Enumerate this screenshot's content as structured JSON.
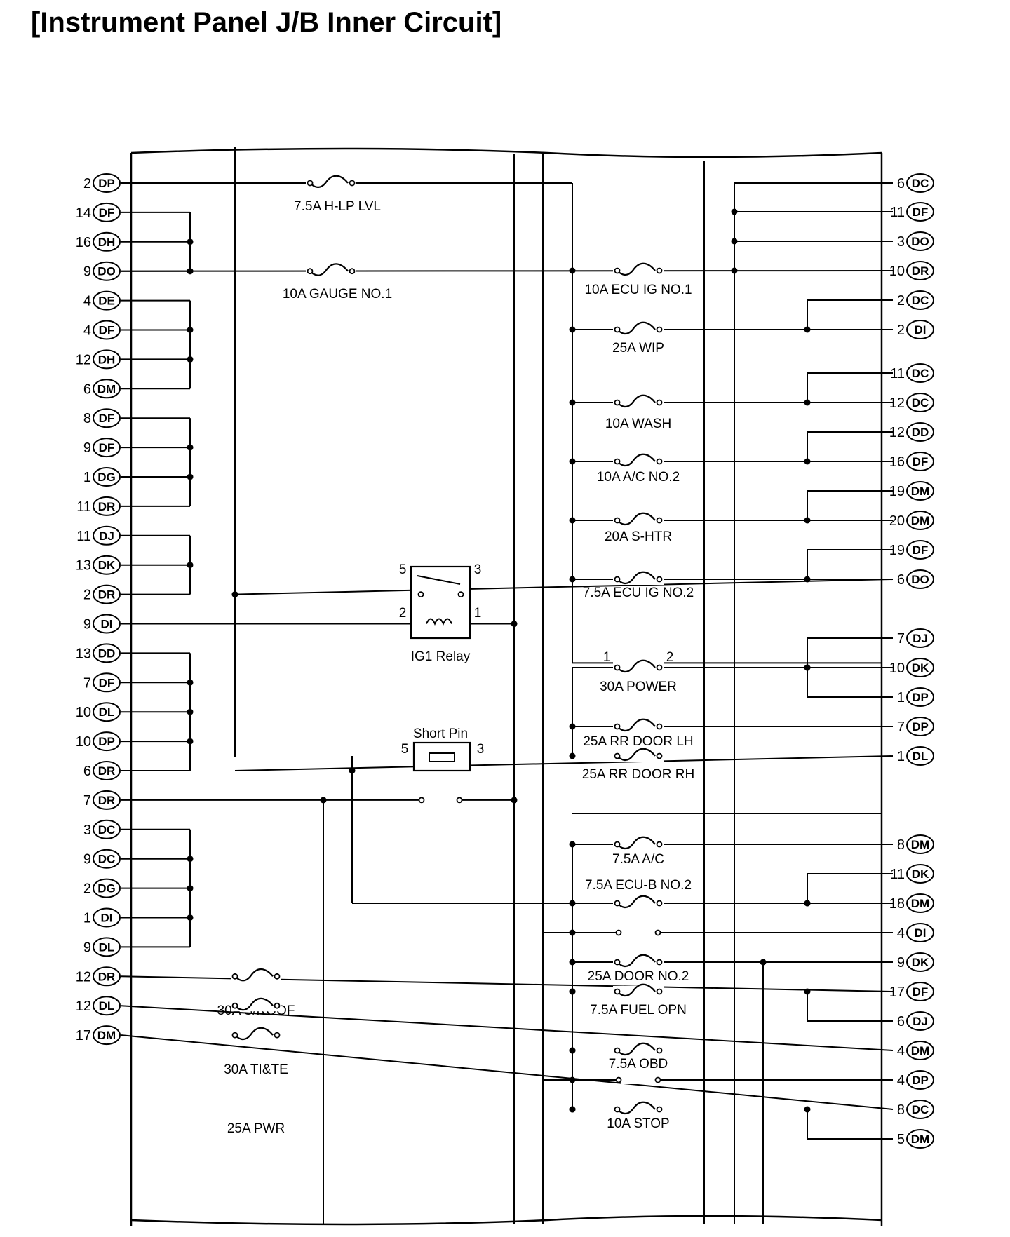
{
  "title": "[Instrument Panel J/B Inner Circuit]",
  "left_connectors": [
    {
      "pin": "2",
      "code": "DP"
    },
    {
      "pin": "14",
      "code": "DF"
    },
    {
      "pin": "16",
      "code": "DH"
    },
    {
      "pin": "9",
      "code": "DO"
    },
    {
      "pin": "4",
      "code": "DE"
    },
    {
      "pin": "4",
      "code": "DF"
    },
    {
      "pin": "12",
      "code": "DH"
    },
    {
      "pin": "6",
      "code": "DM"
    },
    {
      "pin": "8",
      "code": "DF"
    },
    {
      "pin": "9",
      "code": "DF"
    },
    {
      "pin": "1",
      "code": "DG"
    },
    {
      "pin": "11",
      "code": "DR"
    },
    {
      "pin": "11",
      "code": "DJ"
    },
    {
      "pin": "13",
      "code": "DK"
    },
    {
      "pin": "2",
      "code": "DR"
    },
    {
      "pin": "9",
      "code": "DI"
    },
    {
      "pin": "13",
      "code": "DD"
    },
    {
      "pin": "7",
      "code": "DF"
    },
    {
      "pin": "10",
      "code": "DL"
    },
    {
      "pin": "10",
      "code": "DP"
    },
    {
      "pin": "6",
      "code": "DR"
    },
    {
      "pin": "7",
      "code": "DR"
    },
    {
      "pin": "3",
      "code": "DC"
    },
    {
      "pin": "9",
      "code": "DC"
    },
    {
      "pin": "2",
      "code": "DG"
    },
    {
      "pin": "1",
      "code": "DI"
    },
    {
      "pin": "9",
      "code": "DL"
    },
    {
      "pin": "12",
      "code": "DR"
    },
    {
      "pin": "12",
      "code": "DL"
    },
    {
      "pin": "17",
      "code": "DM"
    }
  ],
  "right_connectors": [
    {
      "pin": "6",
      "code": "DC"
    },
    {
      "pin": "11",
      "code": "DF"
    },
    {
      "pin": "3",
      "code": "DO"
    },
    {
      "pin": "10",
      "code": "DR"
    },
    {
      "pin": "2",
      "code": "DC"
    },
    {
      "pin": "2",
      "code": "DI"
    },
    {
      "pin": "11",
      "code": "DC"
    },
    {
      "pin": "12",
      "code": "DC"
    },
    {
      "pin": "12",
      "code": "DD"
    },
    {
      "pin": "16",
      "code": "DF"
    },
    {
      "pin": "19",
      "code": "DM"
    },
    {
      "pin": "20",
      "code": "DM"
    },
    {
      "pin": "19",
      "code": "DF"
    },
    {
      "pin": "6",
      "code": "DO"
    },
    {
      "pin": "7",
      "code": "DJ"
    },
    {
      "pin": "10",
      "code": "DK"
    },
    {
      "pin": "1",
      "code": "DP"
    },
    {
      "pin": "7",
      "code": "DP"
    },
    {
      "pin": "1",
      "code": "DL"
    },
    {
      "pin": "8",
      "code": "DM"
    },
    {
      "pin": "11",
      "code": "DK"
    },
    {
      "pin": "18",
      "code": "DM"
    },
    {
      "pin": "4",
      "code": "DI"
    },
    {
      "pin": "9",
      "code": "DK"
    },
    {
      "pin": "17",
      "code": "DF"
    },
    {
      "pin": "6",
      "code": "DJ"
    },
    {
      "pin": "4",
      "code": "DM"
    },
    {
      "pin": "4",
      "code": "DP"
    },
    {
      "pin": "8",
      "code": "DC"
    },
    {
      "pin": "5",
      "code": "DM"
    }
  ],
  "fuses": [
    "7.5A H-LP LVL",
    "10A GAUGE NO.1",
    "10A ECU IG NO.1",
    "25A WIP",
    "10A WASH",
    "10A A/C NO.2",
    "20A S-HTR",
    "7.5A ECU IG NO.2",
    "30A POWER",
    "25A RR DOOR LH",
    "25A RR DOOR RH",
    "7.5A A/C",
    "7.5A ECU-B NO.2",
    "25A DOOR NO.2",
    "7.5A FUEL OPN",
    "7.5A OBD",
    "10A STOP",
    "30A S/ROOF",
    "30A TI&TE",
    "25A PWR"
  ],
  "ig1_relay": {
    "label": "IG1 Relay",
    "pins": [
      "5",
      "3",
      "2",
      "1"
    ]
  },
  "short_pin": {
    "label": "Short Pin",
    "pins": [
      "5",
      "3"
    ]
  },
  "power_pins": [
    "1",
    "2"
  ]
}
